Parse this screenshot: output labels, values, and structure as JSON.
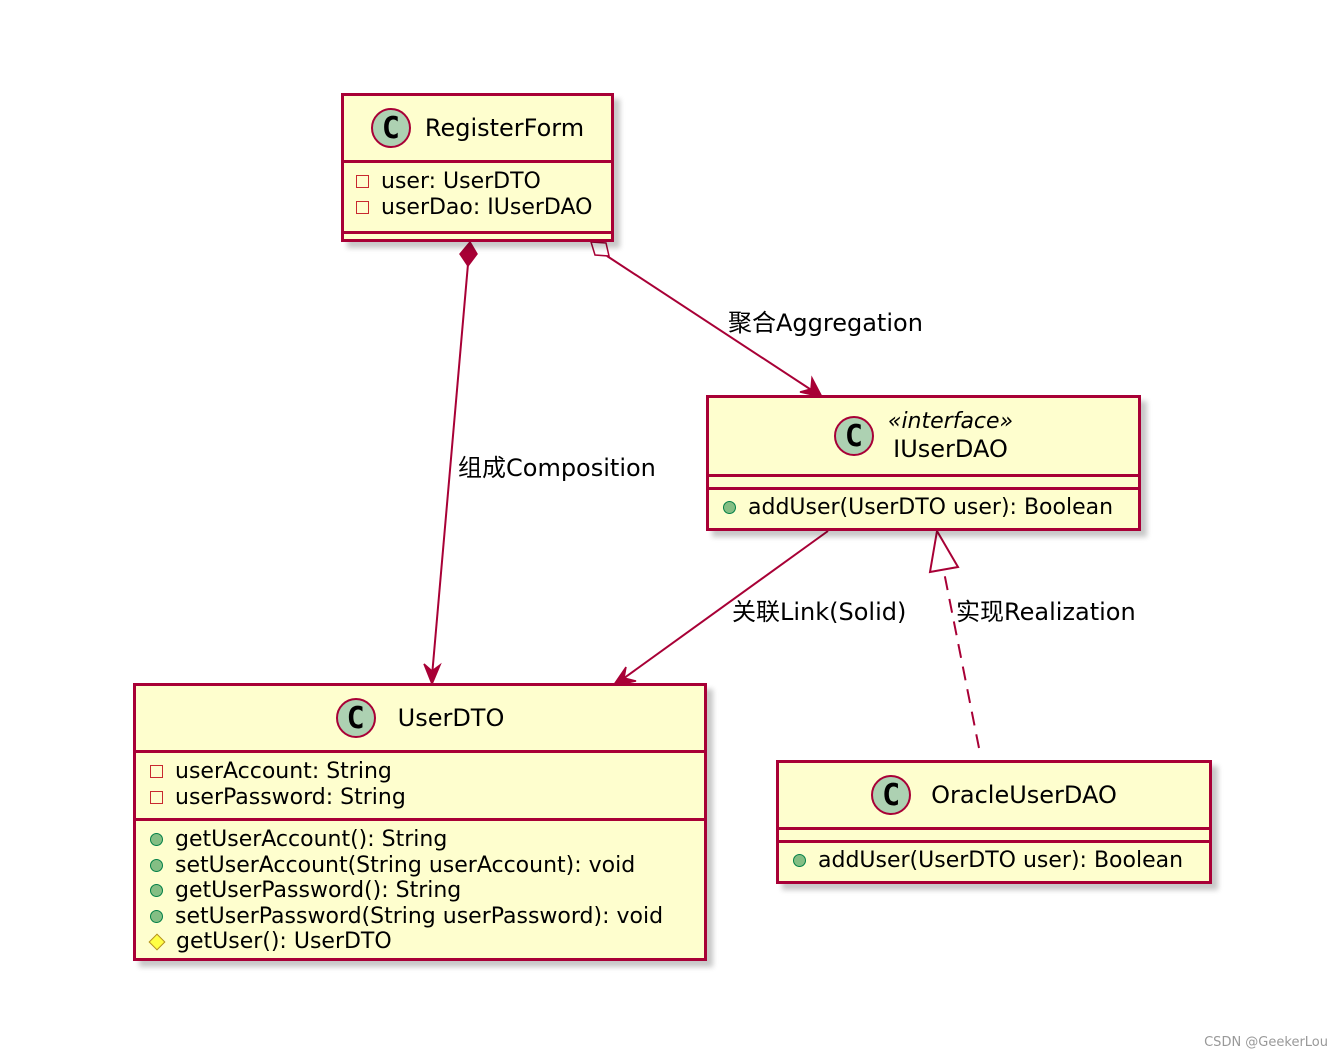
{
  "classes": {
    "register_form": {
      "name": "RegisterForm",
      "fields": [
        "user: UserDTO",
        "userDao: IUserDAO"
      ],
      "methods": []
    },
    "iuserdao": {
      "stereotype": "«interface»",
      "name": "IUserDAO",
      "fields": [],
      "methods": [
        "addUser(UserDTO user): Boolean"
      ]
    },
    "userdto": {
      "name": "UserDTO",
      "fields": [
        "userAccount: String",
        "userPassword: String"
      ],
      "methods": [
        "getUserAccount(): String",
        "setUserAccount(String userAccount): void",
        "getUserPassword(): String",
        "setUserPassword(String userPassword): void",
        "getUser(): UserDTO"
      ]
    },
    "oracleuserdao": {
      "name": "OracleUserDAO",
      "fields": [],
      "methods": [
        "addUser(UserDTO user): Boolean"
      ]
    }
  },
  "icon_letter": "C",
  "relations": {
    "composition": "组成Composition",
    "aggregation": "聚合Aggregation",
    "link": "关联Link(Solid)",
    "realization": "实现Realization"
  },
  "watermark": "CSDN @GeekerLou",
  "colors": {
    "border": "#A80036",
    "fill": "#FEFECE",
    "icon": "#ADD1B2"
  }
}
